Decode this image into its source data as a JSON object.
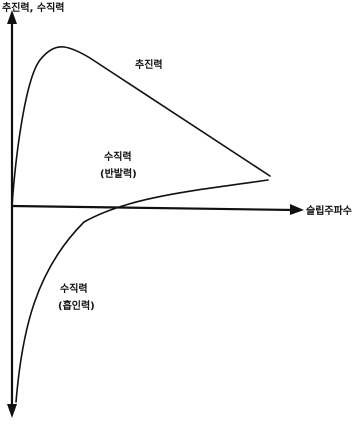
{
  "labels": {
    "y_axis": "추진력, 수직력",
    "x_axis": "슬립주파수",
    "thrust_curve": "추진력",
    "normal_repulsive_line1": "수직력",
    "normal_repulsive_line2": "(반발력)",
    "normal_attractive_line1": "수직력",
    "normal_attractive_line2": "(흡인력)"
  },
  "colors": {
    "ink": "#111111",
    "background": "#ffffff"
  }
}
